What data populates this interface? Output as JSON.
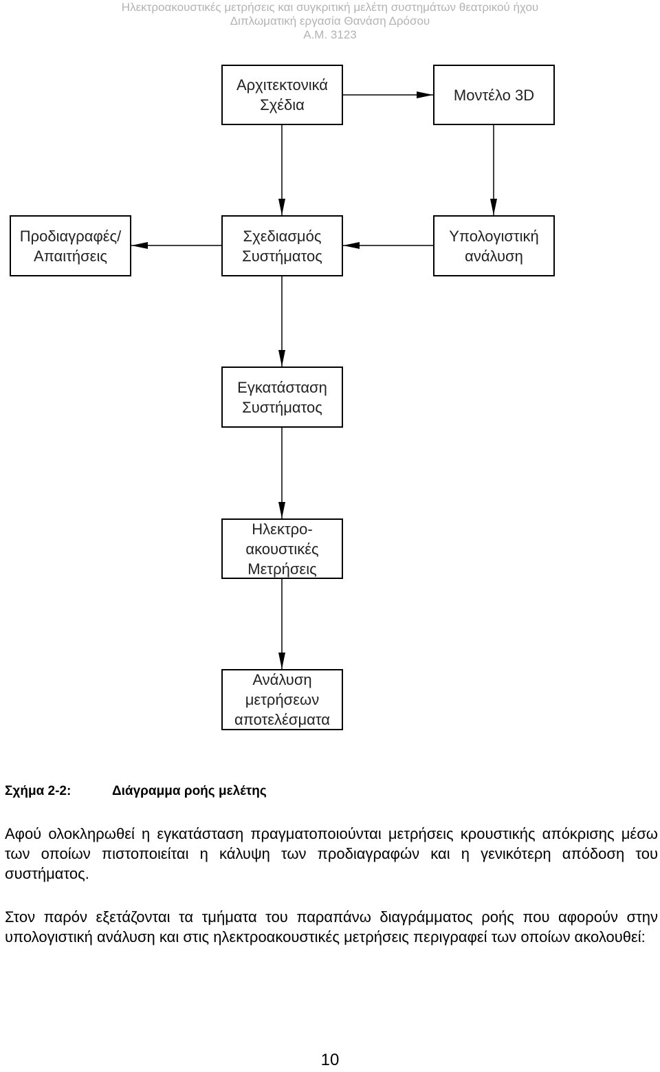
{
  "header": {
    "line1": "Ηλεκτροακουστικές μετρήσεις και συγκριτική μελέτη συστημάτων θεατρικού ήχου",
    "line2": "Διπλωματική εργασία Θανάση Δρόσου",
    "line3": "Α.Μ. 3123"
  },
  "diagram": {
    "boxes": {
      "architectural": {
        "line1": "Αρχιτεκτονικά",
        "line2": "Σχέδια"
      },
      "model3d": {
        "line1": "Μοντέλο 3D"
      },
      "specs": {
        "line1": "Προδιαγραφές/",
        "line2": "Απαιτήσεις"
      },
      "design": {
        "line1": "Σχεδιασμός",
        "line2": "Συστήματος"
      },
      "computational": {
        "line1": "Υπολογιστική",
        "line2": "ανάλυση"
      },
      "installation": {
        "line1": "Εγκατάσταση",
        "line2": "Συστήματος"
      },
      "measurements": {
        "line1": "Ηλεκτρο-",
        "line2": "ακουστικές",
        "line3": "Μετρήσεις"
      },
      "analysis": {
        "line1": "Ανάλυση",
        "line2": "μετρήσεων",
        "line3": "αποτελέσματα"
      }
    }
  },
  "caption": {
    "label": "Σχήμα 2-2:",
    "title": "Διάγραμμα ροής μελέτης"
  },
  "paragraphs": [
    "Αφού ολοκληρωθεί η εγκατάσταση πραγματοποιούνται μετρήσεις κρουστικής απόκρισης μέσω των οποίων πιστοποιείται η κάλυψη των προδιαγραφών και η γενικότερη απόδοση του συστήματος.",
    "Στον παρόν εξετάζονται τα τμήματα του παραπάνω διαγράμματος ροής που αφορούν στην υπολογιστική ανάλυση και στις ηλεκτροακουστικές μετρήσεις περιγραφεί των οποίων ακολουθεί:"
  ],
  "page_number": "10",
  "colors": {
    "header_text": "#b3b3b3",
    "stroke": "#000000"
  }
}
